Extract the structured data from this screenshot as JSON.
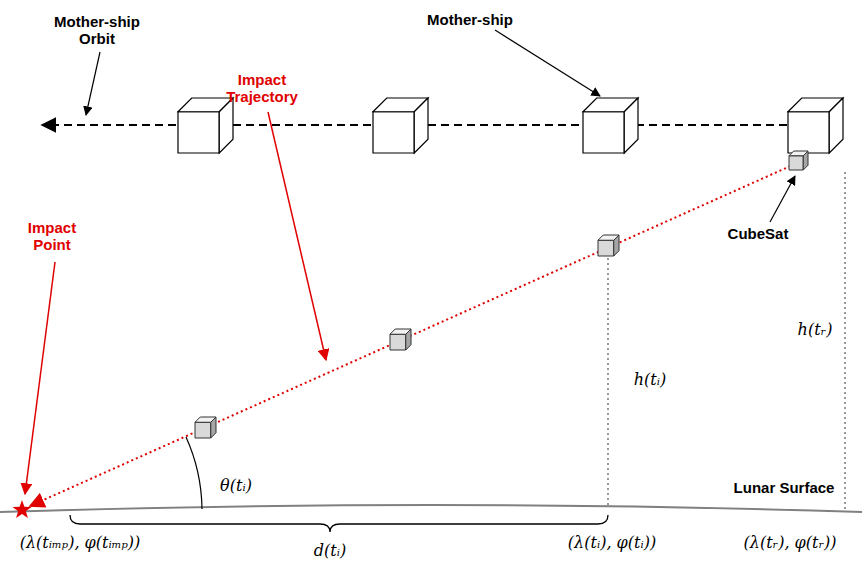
{
  "diagram": {
    "labels": [
      "Mother-ship Orbit",
      "Mother-ship",
      "CubeSat",
      "Impact Trajectory",
      "Impact Point",
      "h(tᵣ)",
      "h(tᵢ)",
      "θ(tᵢ)",
      "Lunar Surface",
      "(λ(tᵢₘₚ), φ(tᵢₘₚ))",
      "d(tᵢ)",
      "(λ(tᵢ), φ(tᵢ))",
      "(λ(tᵣ), φ(tᵣ))"
    ]
  }
}
